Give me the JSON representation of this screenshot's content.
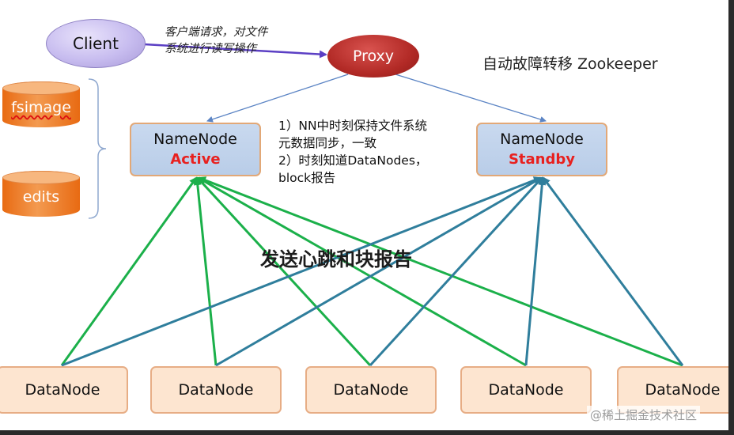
{
  "client": {
    "label": "Client"
  },
  "proxy": {
    "label": "Proxy"
  },
  "client_note": {
    "line1": "客户端请求，对文件",
    "line2": "系统进行读写操作"
  },
  "zookeeper_label": "自动故障转移 Zookeeper",
  "storage": {
    "fsimage": "fsimage",
    "edits": "edits"
  },
  "namenodes": [
    {
      "title": "NameNode",
      "state": "Active"
    },
    {
      "title": "NameNode",
      "state": "Standby"
    }
  ],
  "description": {
    "line1": "1）NN中时刻保持文件系统",
    "line2": "元数据同步，一致",
    "line3": "2）时刻知道DataNodes，",
    "line4": "block报告"
  },
  "heartbeat_label": "发送心跳和块报告",
  "datanodes": [
    "DataNode",
    "DataNode",
    "DataNode",
    "DataNode",
    "DataNode"
  ],
  "watermark": "@稀土掘金技术社区",
  "colors": {
    "active_links": "#1bb04a",
    "standby_links": "#2f7e9c",
    "state_text": "#e8201e",
    "proxy": "#b22a26",
    "client": "#c7bcef"
  }
}
